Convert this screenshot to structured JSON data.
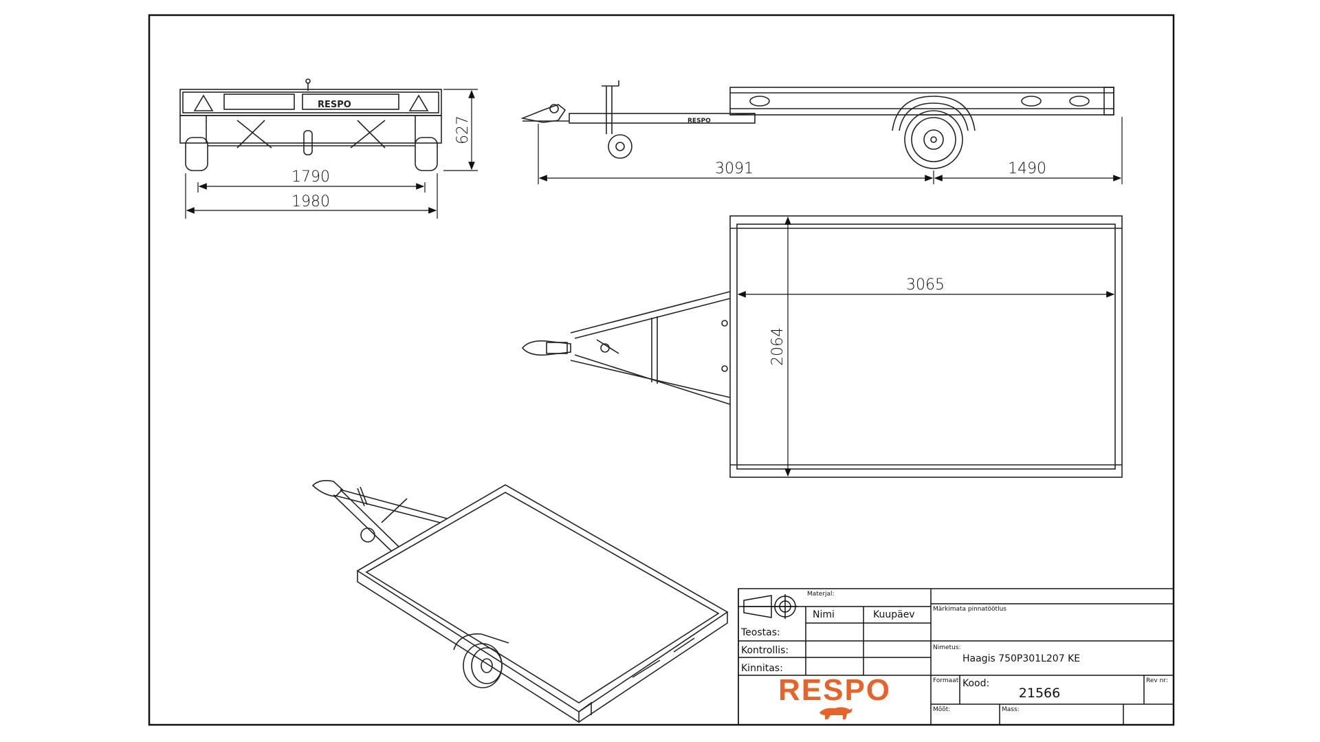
{
  "dimensions": {
    "front_inner_width": "1790",
    "front_outer_width": "1980",
    "front_height": "627",
    "side_drawbar_to_axle": "3091",
    "side_axle_to_rear": "1490",
    "top_length": "3065",
    "top_width": "2064"
  },
  "title_block": {
    "material_label": "Materjal:",
    "name_header": "Nimi",
    "date_header": "Kuupäev",
    "marking_label": "Märkimata pinnatöötlus",
    "made_by": "Teostas:",
    "checked_by": "Kontrollis:",
    "approved_by": "Kinnitas:",
    "name_label": "Nimetus:",
    "name_value": "Haagis 750P301L207 KE",
    "format_label": "Formaat",
    "code_label": "Kood:",
    "code_value": "21566",
    "rev_label": "Rev nr:",
    "scale_label": "Mõõt:",
    "mass_label": "Mass:",
    "brand": "RESPO",
    "brand_color": "#e8632a"
  },
  "icons": {
    "projection_symbol": "first-angle-projection-icon",
    "brand_animal": "bull-logo-icon"
  }
}
